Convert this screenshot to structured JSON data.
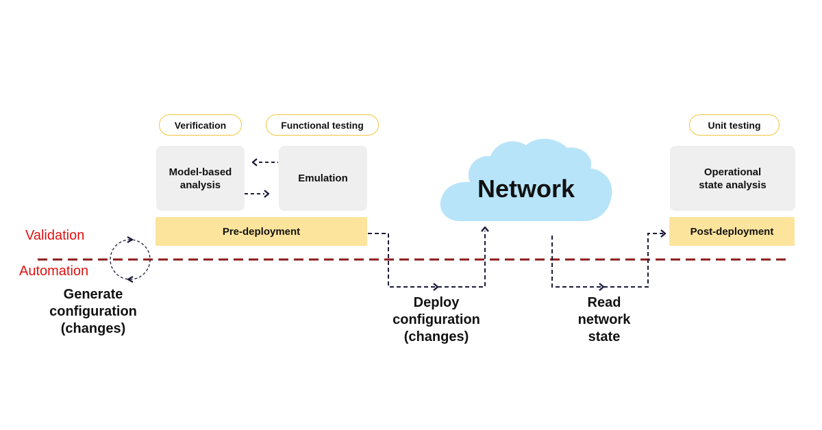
{
  "tags": {
    "verification": "Verification",
    "functional_testing": "Functional testing",
    "unit_testing": "Unit testing"
  },
  "boxes": {
    "model_based_analysis": [
      "Model-based",
      "analysis"
    ],
    "emulation": "Emulation",
    "operational_state_analysis": [
      "Operational",
      "state analysis"
    ]
  },
  "phases": {
    "pre_deployment": "Pre-deployment",
    "post_deployment": "Post-deployment"
  },
  "network": {
    "label": "Network"
  },
  "layers": {
    "validation": "Validation",
    "automation": "Automation"
  },
  "steps": {
    "generate": [
      "Generate",
      "configuration",
      "(changes)"
    ],
    "deploy": [
      "Deploy",
      "configuration",
      "(changes)"
    ],
    "read": [
      "Read",
      "network",
      "state"
    ]
  },
  "colors": {
    "tag_border": "#f2c43a",
    "box_fill": "#efefef",
    "phase_fill": "#fce49c",
    "cloud_fill": "#b7e4f9",
    "layer_label": "#dd1111",
    "divider": "#8b1a1a",
    "connector": "#1b1b3a"
  }
}
